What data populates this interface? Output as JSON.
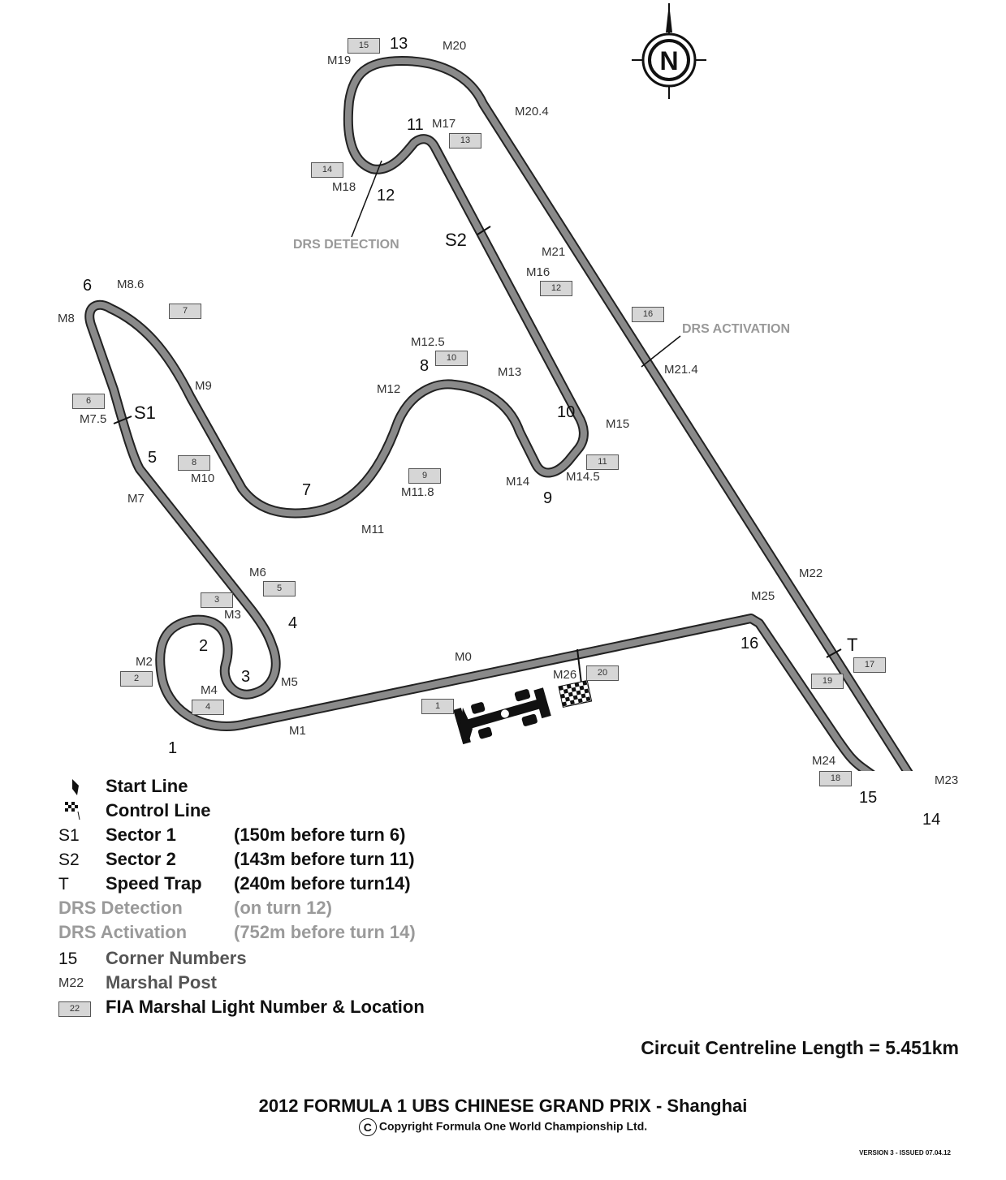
{
  "corners": [
    "1",
    "2",
    "3",
    "4",
    "5",
    "6",
    "7",
    "8",
    "9",
    "10",
    "11",
    "12",
    "13",
    "14",
    "15",
    "16"
  ],
  "marshals": [
    "M0",
    "M1",
    "M2",
    "M3",
    "M4",
    "M5",
    "M6",
    "M7",
    "M7.5",
    "M8",
    "M8.6",
    "M9",
    "M10",
    "M11",
    "M11.8",
    "M12",
    "M12.5",
    "M13",
    "M14",
    "M14.5",
    "M15",
    "M16",
    "M17",
    "M18",
    "M19",
    "M20",
    "M20.4",
    "M21",
    "M21.4",
    "M22",
    "M23",
    "M24",
    "M25",
    "M26"
  ],
  "lights": [
    "1",
    "2",
    "3",
    "4",
    "5",
    "6",
    "7",
    "8",
    "9",
    "10",
    "11",
    "12",
    "13",
    "14",
    "15",
    "16",
    "17",
    "18",
    "19",
    "20"
  ],
  "sectors": {
    "s1": "S1",
    "s2": "S2",
    "t": "T"
  },
  "drs": {
    "detection": "DRS DETECTION",
    "activation": "DRS ACTIVATION"
  },
  "compass": "N",
  "legend": {
    "start": {
      "name": "Start Line"
    },
    "control": {
      "name": "Control Line"
    },
    "s1": {
      "sym": "S1",
      "name": "Sector 1",
      "desc": "(150m before turn 6)"
    },
    "s2": {
      "sym": "S2",
      "name": "Sector 2",
      "desc": "(143m before turn 11)"
    },
    "t": {
      "sym": "T",
      "name": "Speed Trap",
      "desc": "(240m before turn14)"
    },
    "drs_det": {
      "name": "DRS Detection",
      "desc": "(on turn 12)"
    },
    "drs_act": {
      "name": "DRS Activation",
      "desc": "(752m before turn 14)"
    },
    "corner": {
      "sym": "15",
      "name": "Corner Numbers"
    },
    "marshal": {
      "sym": "M22",
      "name": "Marshal Post"
    },
    "light": {
      "sym": "22",
      "name": "FIA Marshal Light Number & Location"
    }
  },
  "length": "Circuit Centreline Length =  5.451km",
  "title": "2012 FORMULA 1 UBS CHINESE GRAND PRIX - Shanghai",
  "copyright_symbol": "C",
  "copyright": "Copyright Formula One World Championship Ltd.",
  "version": "VERSION 3 - ISSUED 07.04.12",
  "colors": {
    "track": "#8a8a8a",
    "track_edge": "#222222",
    "light_box": "#d6d6d6",
    "drs": "#999999"
  }
}
